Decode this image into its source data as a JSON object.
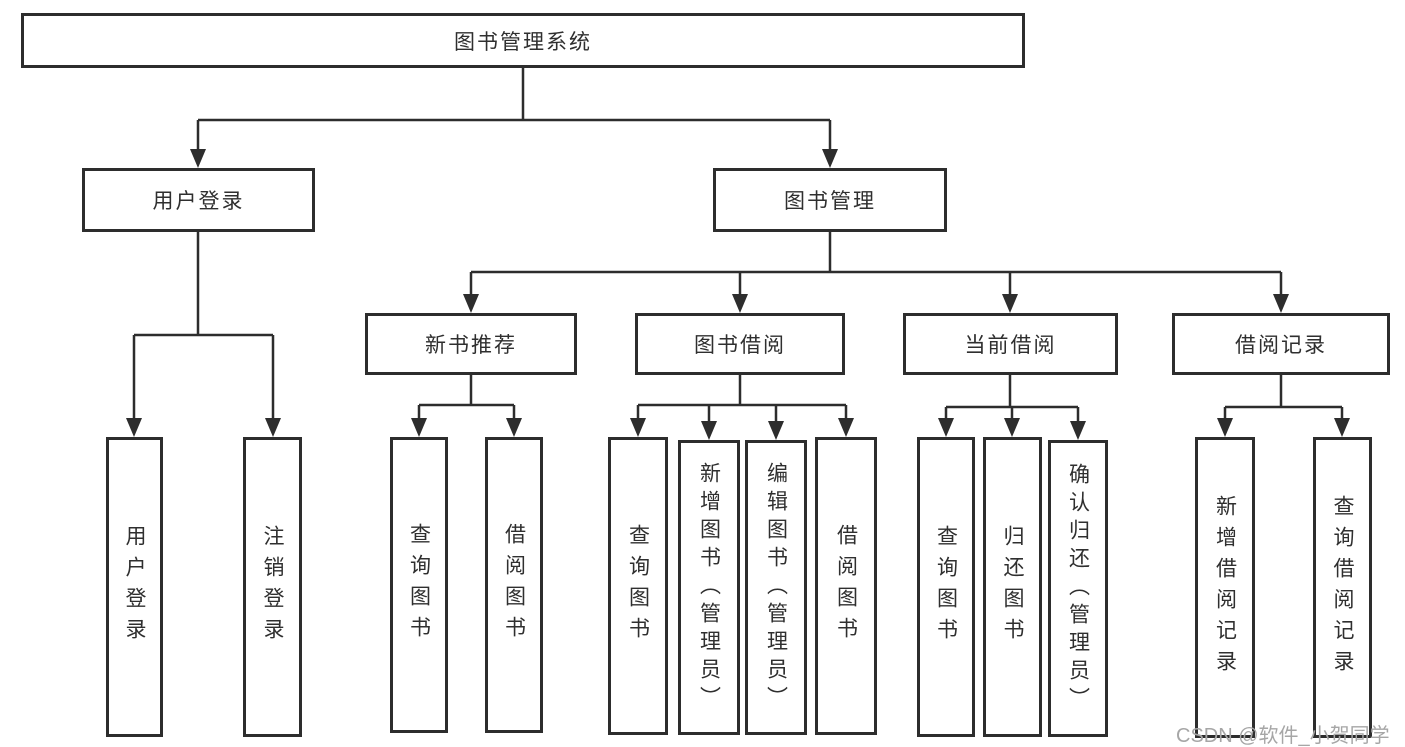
{
  "diagram": {
    "root": "图书管理系统",
    "level2": {
      "user_login": "用户登录",
      "book_management": "图书管理"
    },
    "level3": {
      "new_book_recommendation": "新书推荐",
      "book_borrowing": "图书借阅",
      "current_borrowing": "当前借阅",
      "borrowing_records": "借阅记录"
    },
    "leaves": {
      "user_login": [
        "用户登录",
        "注销登录"
      ],
      "new_book_recommendation": [
        "查询图书",
        "借阅图书"
      ],
      "book_borrowing": [
        "查询图书",
        "新增图书（管理员）",
        "编辑图书（管理员）",
        "借阅图书"
      ],
      "current_borrowing": [
        "查询图书",
        "归还图书",
        "确认归还（管理员）"
      ],
      "borrowing_records": [
        "新增借阅记录",
        "查询借阅记录"
      ]
    },
    "colors": {
      "line": "#2d2d2d",
      "box_border": "#2d2d2d",
      "text": "#2f2f2f",
      "background": "#ffffff",
      "watermark": "#a6a6a6"
    }
  },
  "watermark": "CSDN @软件_小贺同学"
}
